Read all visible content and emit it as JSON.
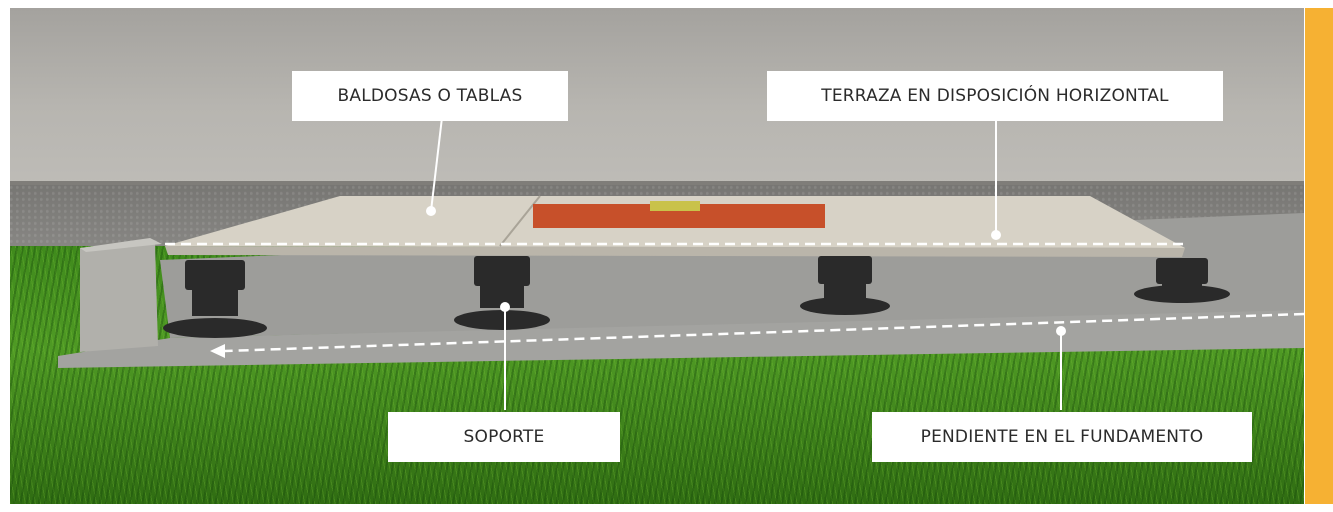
{
  "labels": {
    "tiles": "BALDOSAS O TABLAS",
    "terrace": "TERRAZA EN DISPOSICIÓN HORIZONTAL",
    "support": "SOPORTE",
    "slope": "PENDIENTE EN EL FUNDAMENTO"
  },
  "colors": {
    "accent_stripe": "#f6b133",
    "level_tool": "#c7502a",
    "callout_line": "#ffffff"
  }
}
